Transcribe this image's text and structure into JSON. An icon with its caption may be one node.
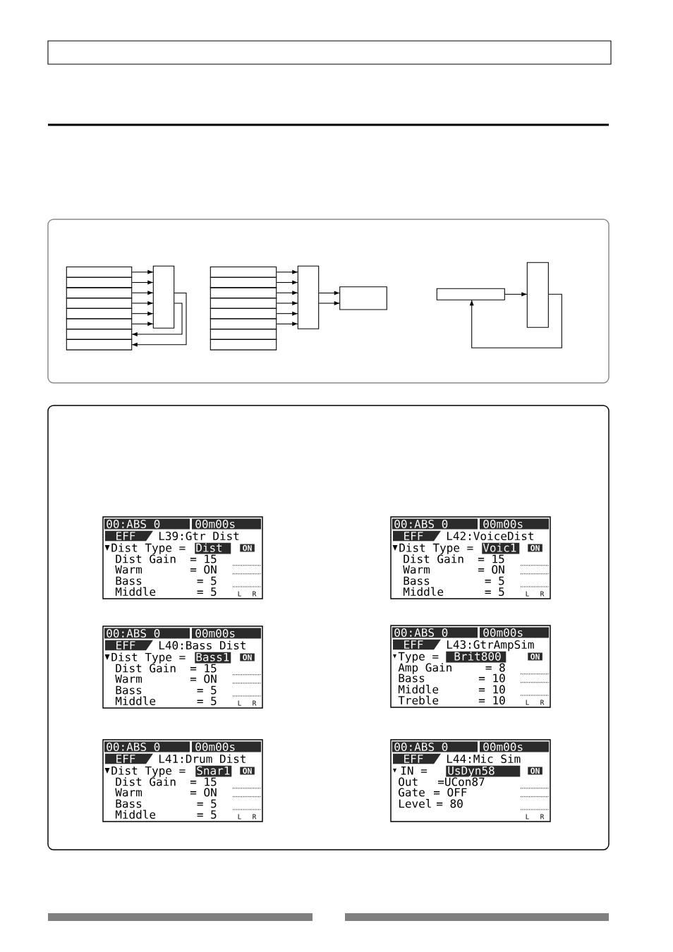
{
  "diagram": {
    "nodes": [
      {
        "text": [],
        "shape": "box"
      },
      {
        "text": [],
        "shape": "box",
        "in": 0
      },
      {
        "text": [],
        "shape": "box",
        "in": 0
      },
      {
        "text": [],
        "shape": "box",
        "in": 0
      },
      {
        "text": [],
        "shape": "box",
        "in": 0
      },
      {
        "text": [],
        "shape": "box",
        "in": 0
      },
      {
        "text": [],
        "shape": "box",
        "in": 0
      },
      {
        "text": [],
        "shape": "box",
        "in": 0
      },
      {
        "text": [],
        "shape": "box",
        "in": 0
      },
      {
        "text": [],
        "shape": "box",
        "in": 0
      },
      {
        "text": [],
        "shape": "box",
        "in": 0
      },
      {
        "text": [],
        "shape": "box",
        "in": 0
      },
      {
        "text": [],
        "shape": "box",
        "in": 0
      },
      {
        "text": [],
        "shape": "box",
        "in": 0
      },
      {
        "text": [],
        "shape": "box",
        "in": 0
      },
      {
        "text": [],
        "shape": "box",
        "in": 0
      },
      {
        "text": [],
        "shape": "box",
        "in": 0
      },
      {
        "text": [],
        "shape": "box",
        "in": 0
      },
      {
        "text": [],
        "shape": "box",
        "in": 0
      },
      {
        "text": [],
        "shape": "box",
        "in": 0
      },
      {
        "text": [],
        "shape": "box",
        "in": 0
      },
      {
        "text": [],
        "shape": "box",
        "in": 0
      },
      {
        "text": [],
        "shape": "box"
      },
      {
        "text": [
          "00:ABS 0",
          "00m00s",
          "EFF",
          "L39:Gtr Dist",
          "Dist Type =",
          "Dist",
          "ON",
          "Dist Gain",
          "= 15",
          "Warm",
          "= ON",
          "Bass",
          "= 5",
          "Middle",
          "= 5",
          "L",
          "R"
        ],
        "in": 22
      },
      {
        "text": [
          "00:ABS 0",
          "00m00s",
          "EFF",
          "L42:VoiceDist",
          "Dist Type =",
          "Voic1",
          "ON",
          "Dist Gain",
          "= 15",
          "Warm",
          "= ON",
          "Bass",
          "= 5",
          "Middle",
          "= 5",
          "L",
          "R"
        ],
        "in": 22
      },
      {
        "text": [
          "00:ABS 0",
          "00m00s",
          "EFF",
          "L40:Bass Dist",
          "Dist Type =",
          "Bass1",
          "ON",
          "Dist Gain",
          "= 15",
          "Warm",
          "= ON",
          "Bass",
          "= 5",
          "Middle",
          "= 5",
          "L",
          "R"
        ],
        "in": 22
      },
      {
        "text": [
          "00:ABS 0",
          "00m00s",
          "EFF",
          "L43:GtrAmpSim",
          "Type =",
          "Brit800",
          "ON",
          "Amp Gain",
          "= 8",
          "Bass",
          "= 10",
          "Middle",
          "= 10",
          "Treble",
          "= 10",
          "L",
          "R"
        ],
        "in": 22
      },
      {
        "text": [
          "00:ABS 0",
          "00m00s",
          "EFF",
          "L41:Drum Dist",
          "Dist Type =",
          "Snar1",
          "ON",
          "Dist Gain",
          "= 15",
          "Warm",
          "= ON",
          "Bass",
          "= 5",
          "Middle",
          "= 5",
          "L",
          "R"
        ],
        "in": 22
      },
      {
        "text": [
          "00:ABS 0",
          "00m00s",
          "EFF",
          "L44:Mic Sim",
          "IN =",
          "UsDyn58",
          "ON",
          "Out",
          "=UCon87",
          "Gate",
          "= OFF",
          "Level",
          "= 80",
          "L",
          "R"
        ],
        "in": 22
      }
    ],
    "edges": [
      {
        "from": 1,
        "to": 9,
        "arrow": "to"
      },
      {
        "from": 2,
        "to": 9,
        "arrow": "to"
      },
      {
        "from": 3,
        "to": 9,
        "arrow": "to"
      },
      {
        "from": 4,
        "to": 9,
        "arrow": "to"
      },
      {
        "from": 5,
        "to": 9,
        "arrow": "to"
      },
      {
        "from": 6,
        "to": 9,
        "arrow": "to"
      },
      {
        "from": 9,
        "to": 7,
        "arrow": "to"
      },
      {
        "from": 9,
        "to": 8,
        "arrow": "to"
      },
      {
        "from": 10,
        "to": 18,
        "arrow": "to"
      },
      {
        "from": 11,
        "to": 18,
        "arrow": "to"
      },
      {
        "from": 12,
        "to": 18,
        "arrow": "to"
      },
      {
        "from": 13,
        "to": 18,
        "arrow": "to"
      },
      {
        "from": 14,
        "to": 18,
        "arrow": "to"
      },
      {
        "from": 15,
        "to": 18,
        "arrow": "to"
      },
      {
        "from": 18,
        "to": 19,
        "arrow": "to"
      },
      {
        "from": 18,
        "to": 19,
        "arrow": "to"
      },
      {
        "from": 20,
        "to": 21,
        "arrow": "to"
      },
      {
        "from": 21,
        "to": 20,
        "arrow": "to"
      }
    ]
  }
}
